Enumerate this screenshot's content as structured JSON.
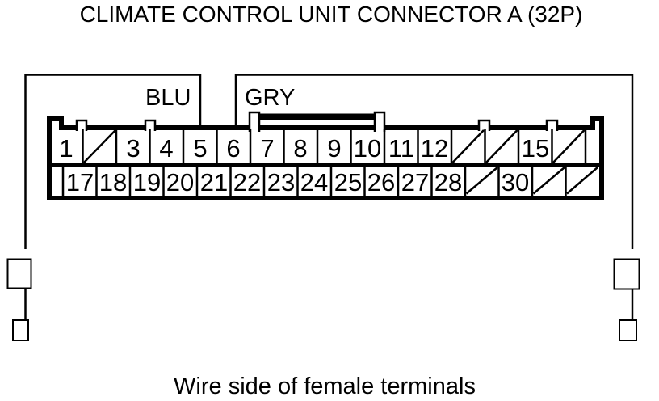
{
  "title": "CLIMATE CONTROL UNIT CONNECTOR A (32P)",
  "caption": "Wire side of female terminals",
  "colors": {
    "ink": "#000000",
    "background": "#ffffff"
  },
  "connector": {
    "segments": [
      {
        "wire_color": "BLU"
      },
      {
        "wire_color": "GRY"
      }
    ],
    "top_row": {
      "trailing_blank_cell": true,
      "cells": [
        {
          "label": "1",
          "hatched": false
        },
        {
          "label": "",
          "hatched": true
        },
        {
          "label": "3",
          "hatched": false
        },
        {
          "label": "4",
          "hatched": false
        },
        {
          "label": "5",
          "hatched": false
        },
        {
          "label": "6",
          "hatched": false
        },
        {
          "label": "7",
          "hatched": false
        },
        {
          "label": "8",
          "hatched": false
        },
        {
          "label": "9",
          "hatched": false
        },
        {
          "label": "10",
          "hatched": false
        },
        {
          "label": "11",
          "hatched": false
        },
        {
          "label": "12",
          "hatched": false
        },
        {
          "label": "",
          "hatched": true
        },
        {
          "label": "",
          "hatched": true
        },
        {
          "label": "15",
          "hatched": false
        },
        {
          "label": "",
          "hatched": true
        }
      ]
    },
    "bottom_row": {
      "leading_blank_cell": true,
      "cells": [
        {
          "label": "17",
          "hatched": false
        },
        {
          "label": "18",
          "hatched": false
        },
        {
          "label": "19",
          "hatched": false
        },
        {
          "label": "20",
          "hatched": false
        },
        {
          "label": "21",
          "hatched": false
        },
        {
          "label": "22",
          "hatched": false
        },
        {
          "label": "23",
          "hatched": false
        },
        {
          "label": "24",
          "hatched": false
        },
        {
          "label": "25",
          "hatched": false
        },
        {
          "label": "26",
          "hatched": false
        },
        {
          "label": "27",
          "hatched": false
        },
        {
          "label": "28",
          "hatched": false
        },
        {
          "label": "",
          "hatched": true
        },
        {
          "label": "30",
          "hatched": false
        },
        {
          "label": "",
          "hatched": true
        },
        {
          "label": "",
          "hatched": true
        }
      ]
    }
  }
}
